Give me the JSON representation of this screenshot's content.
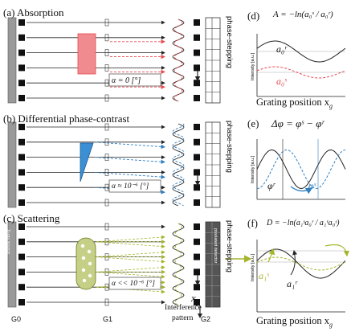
{
  "panels": {
    "a": {
      "title": "(a)  Absorption",
      "alpha": "α = 0 [°]",
      "graph_label": "(d)",
      "eq": "A = −ln(a₀ˢ / a₀ʳ)",
      "ref_label": "a₀ʳ",
      "sample_label": "a₀ˢ"
    },
    "b": {
      "title": "(b)  Differential phase-contrast",
      "alpha": "α ≈ 10⁻⁶ [°]",
      "graph_label": "(e)",
      "eq": "Δφ = φˢ − φʳ",
      "ref_label": "φʳ",
      "sample_label": "φˢ"
    },
    "c": {
      "title": "(c)  Scattering",
      "alpha": "α << 10⁻⁶ [°]",
      "graph_label": "(f)",
      "eq": "D = −ln(a₁ˢa₀ʳ / a₁ʳa₀ˢ)",
      "ref_label": "a₁ʳ",
      "sample_label": "a₁ˢ"
    }
  },
  "phase_stepping": "phase-stepping",
  "xray_source": "X-ray source",
  "pixelated_detector": "pixelated detector",
  "y_axis_label": "Intensity [a.u.]",
  "x_axis_label": "Grating position x",
  "x_axis_sub": "g",
  "xg_label": "x",
  "xg_sub": "g",
  "g0": "G0",
  "g1": "G1",
  "g2": "G2",
  "interference": "Interference",
  "pattern": "pattern",
  "colors": {
    "red": "#e8484d",
    "blue": "#2f7fc1",
    "green": "#a5b52a",
    "sample_red": "#f08c8f",
    "sample_blue": "#3b8fd4",
    "sample_green": "#c6cf86"
  }
}
